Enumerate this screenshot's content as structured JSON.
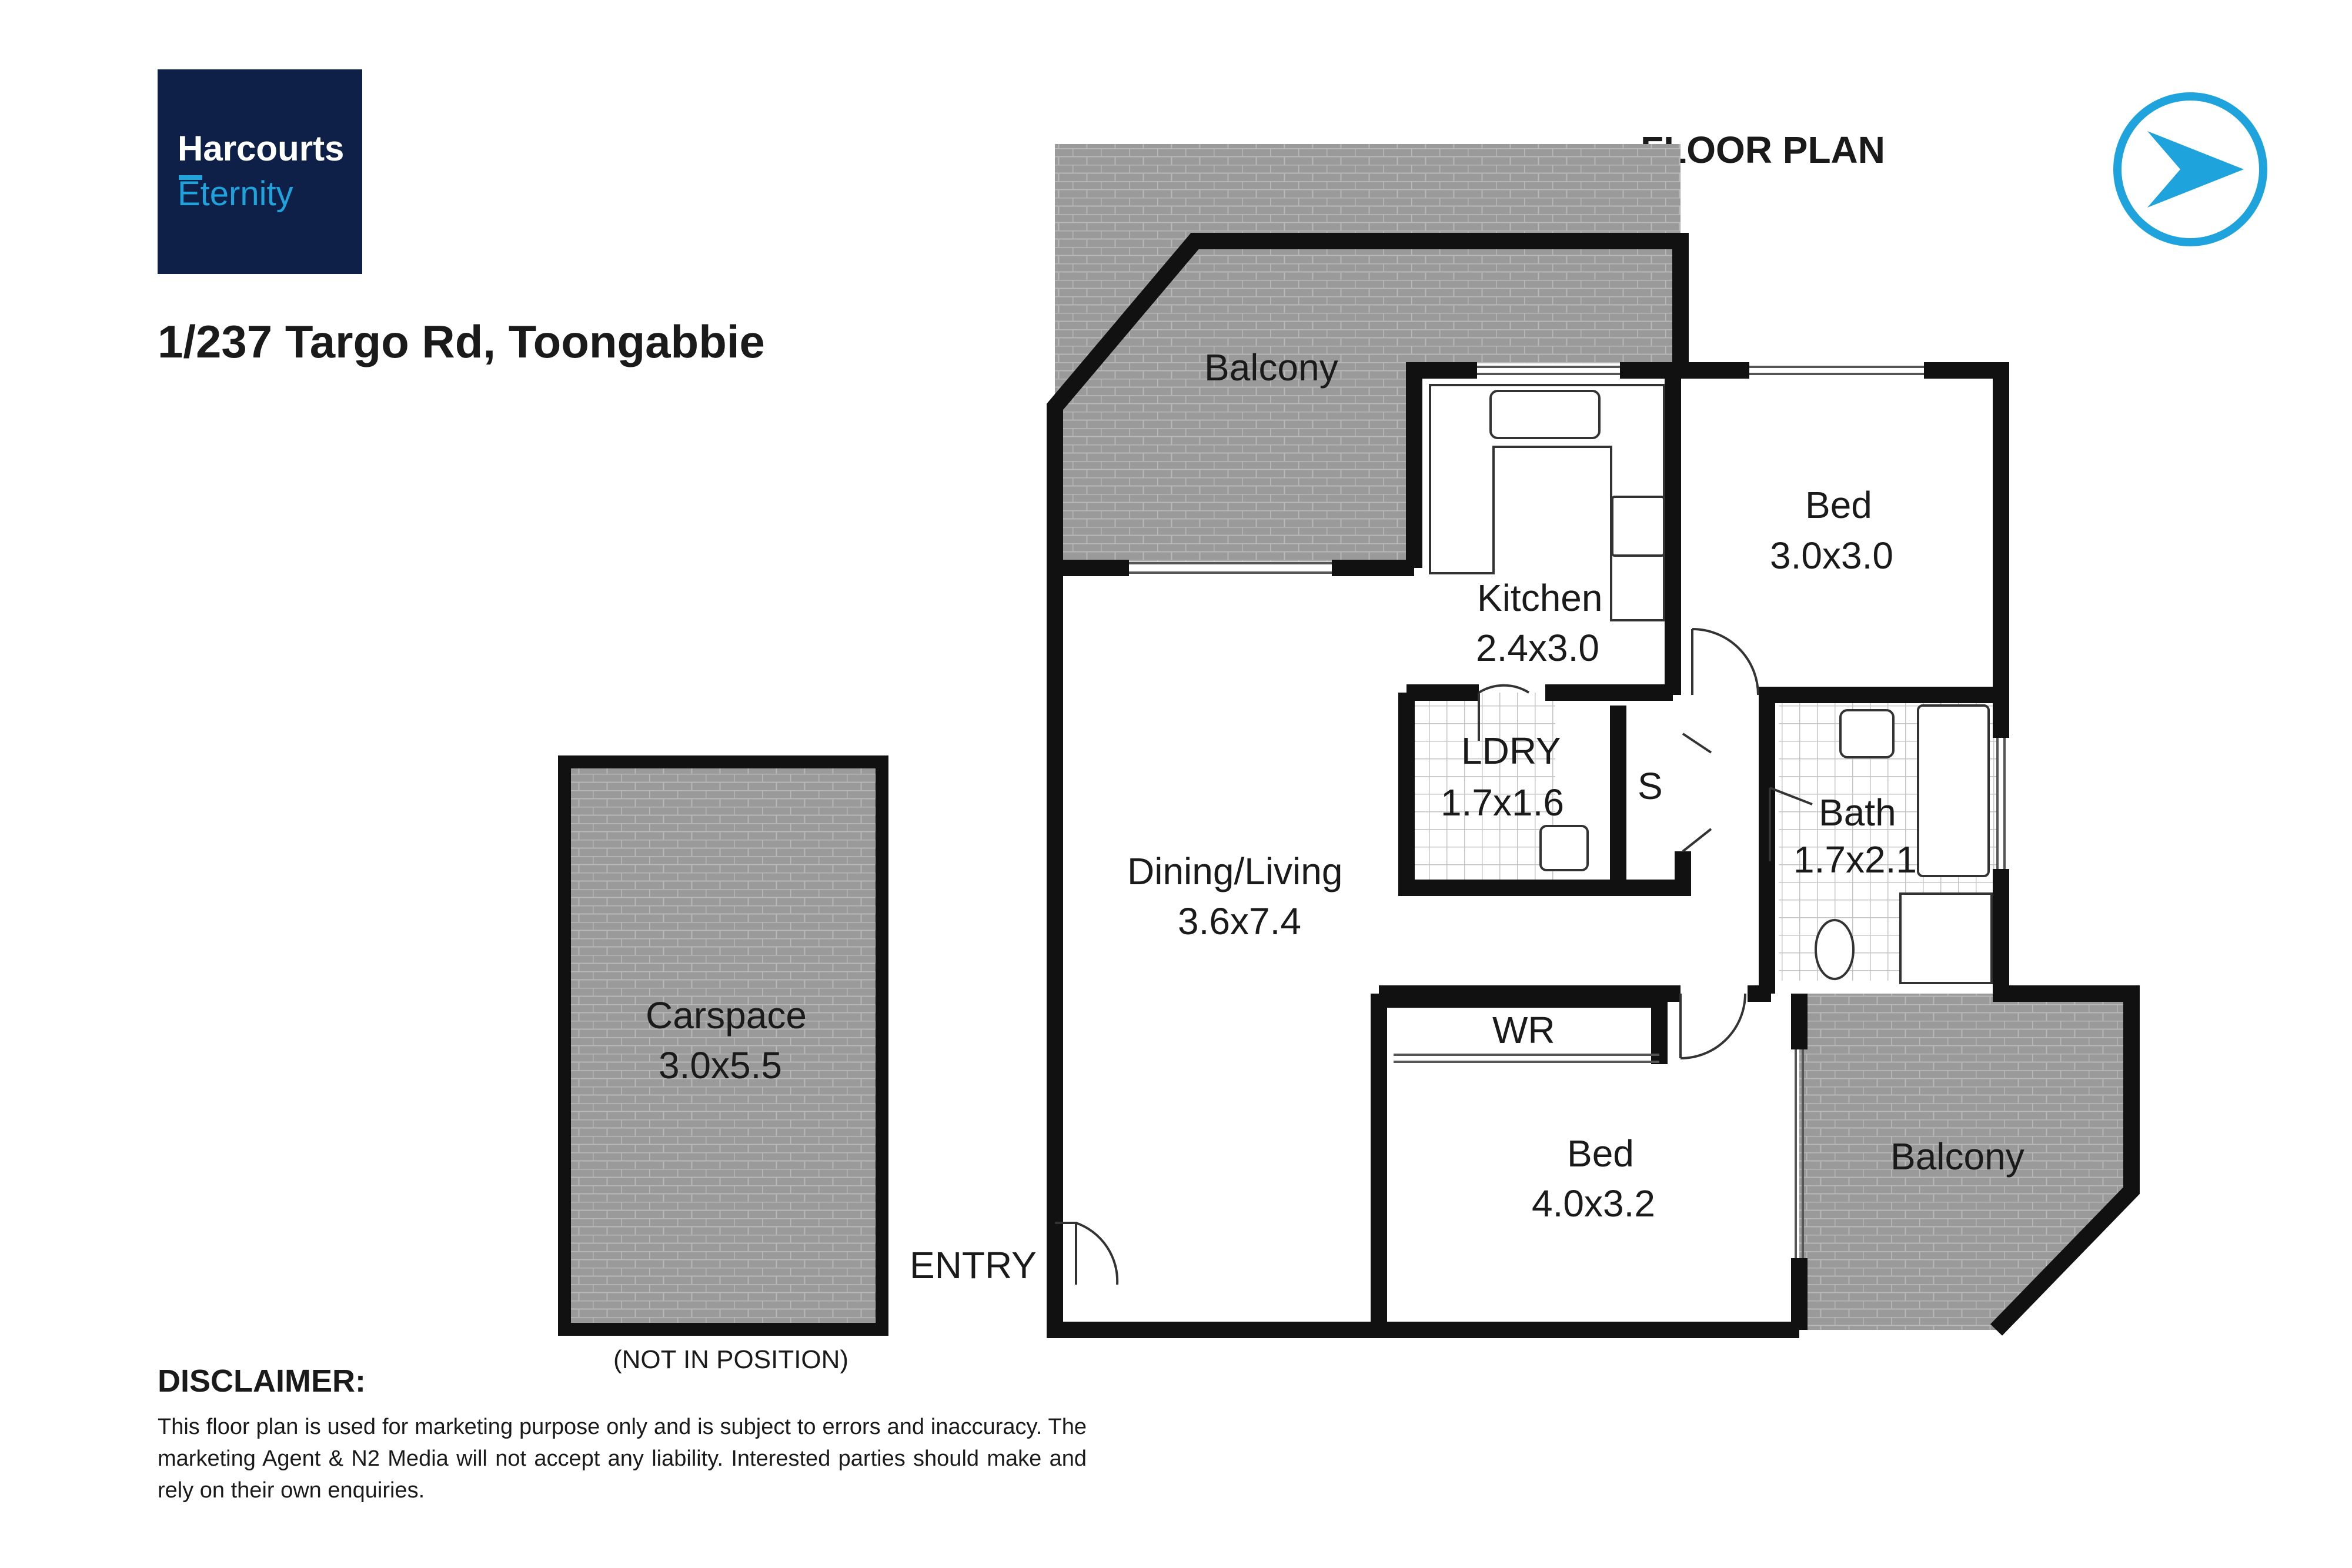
{
  "header": {
    "logo_line1": "Harcourts",
    "logo_line2": "Eternity",
    "title": "FLOOR PLAN",
    "address": "1/237 Targo Rd, Toongabbie"
  },
  "rooms": {
    "balcony_top": "Balcony",
    "kitchen_name": "Kitchen",
    "kitchen_size": "2.4x3.0",
    "bed1_name": "Bed",
    "bed1_size": "3.0x3.0",
    "laundry_name": "LDRY",
    "laundry_size": "1.7x1.6",
    "storage": "S",
    "bath_name": "Bath",
    "bath_size": "1.7x2.1",
    "living_name": "Dining/Living",
    "living_size": "3.6x7.4",
    "wardrobe": "WR",
    "bed2_name": "Bed",
    "bed2_size": "4.0x3.2",
    "balcony_right": "Balcony",
    "entry": "ENTRY",
    "carspace_name": "Carspace",
    "carspace_size": "3.0x5.5"
  },
  "carspace_note": "(NOT IN POSITION)",
  "disclaimer": {
    "title": "DISCLAIMER:",
    "text": "This floor plan is used for marketing purpose only and is subject to errors and inaccuracy. The marketing Agent & N2 Media will not accept any liability. Interested parties should make and rely on their own enquiries."
  },
  "colors": {
    "logo_bg": "#0f2048",
    "logo_accent": "#1fa3dc",
    "wall": "#111111",
    "paving": "#9a9a9a",
    "compass": "#1fa3dc"
  },
  "icons": [
    "compass-arrow-icon",
    "sink-icon",
    "cooktop-icon",
    "toilet-icon",
    "shower-icon",
    "bathtub-icon"
  ]
}
